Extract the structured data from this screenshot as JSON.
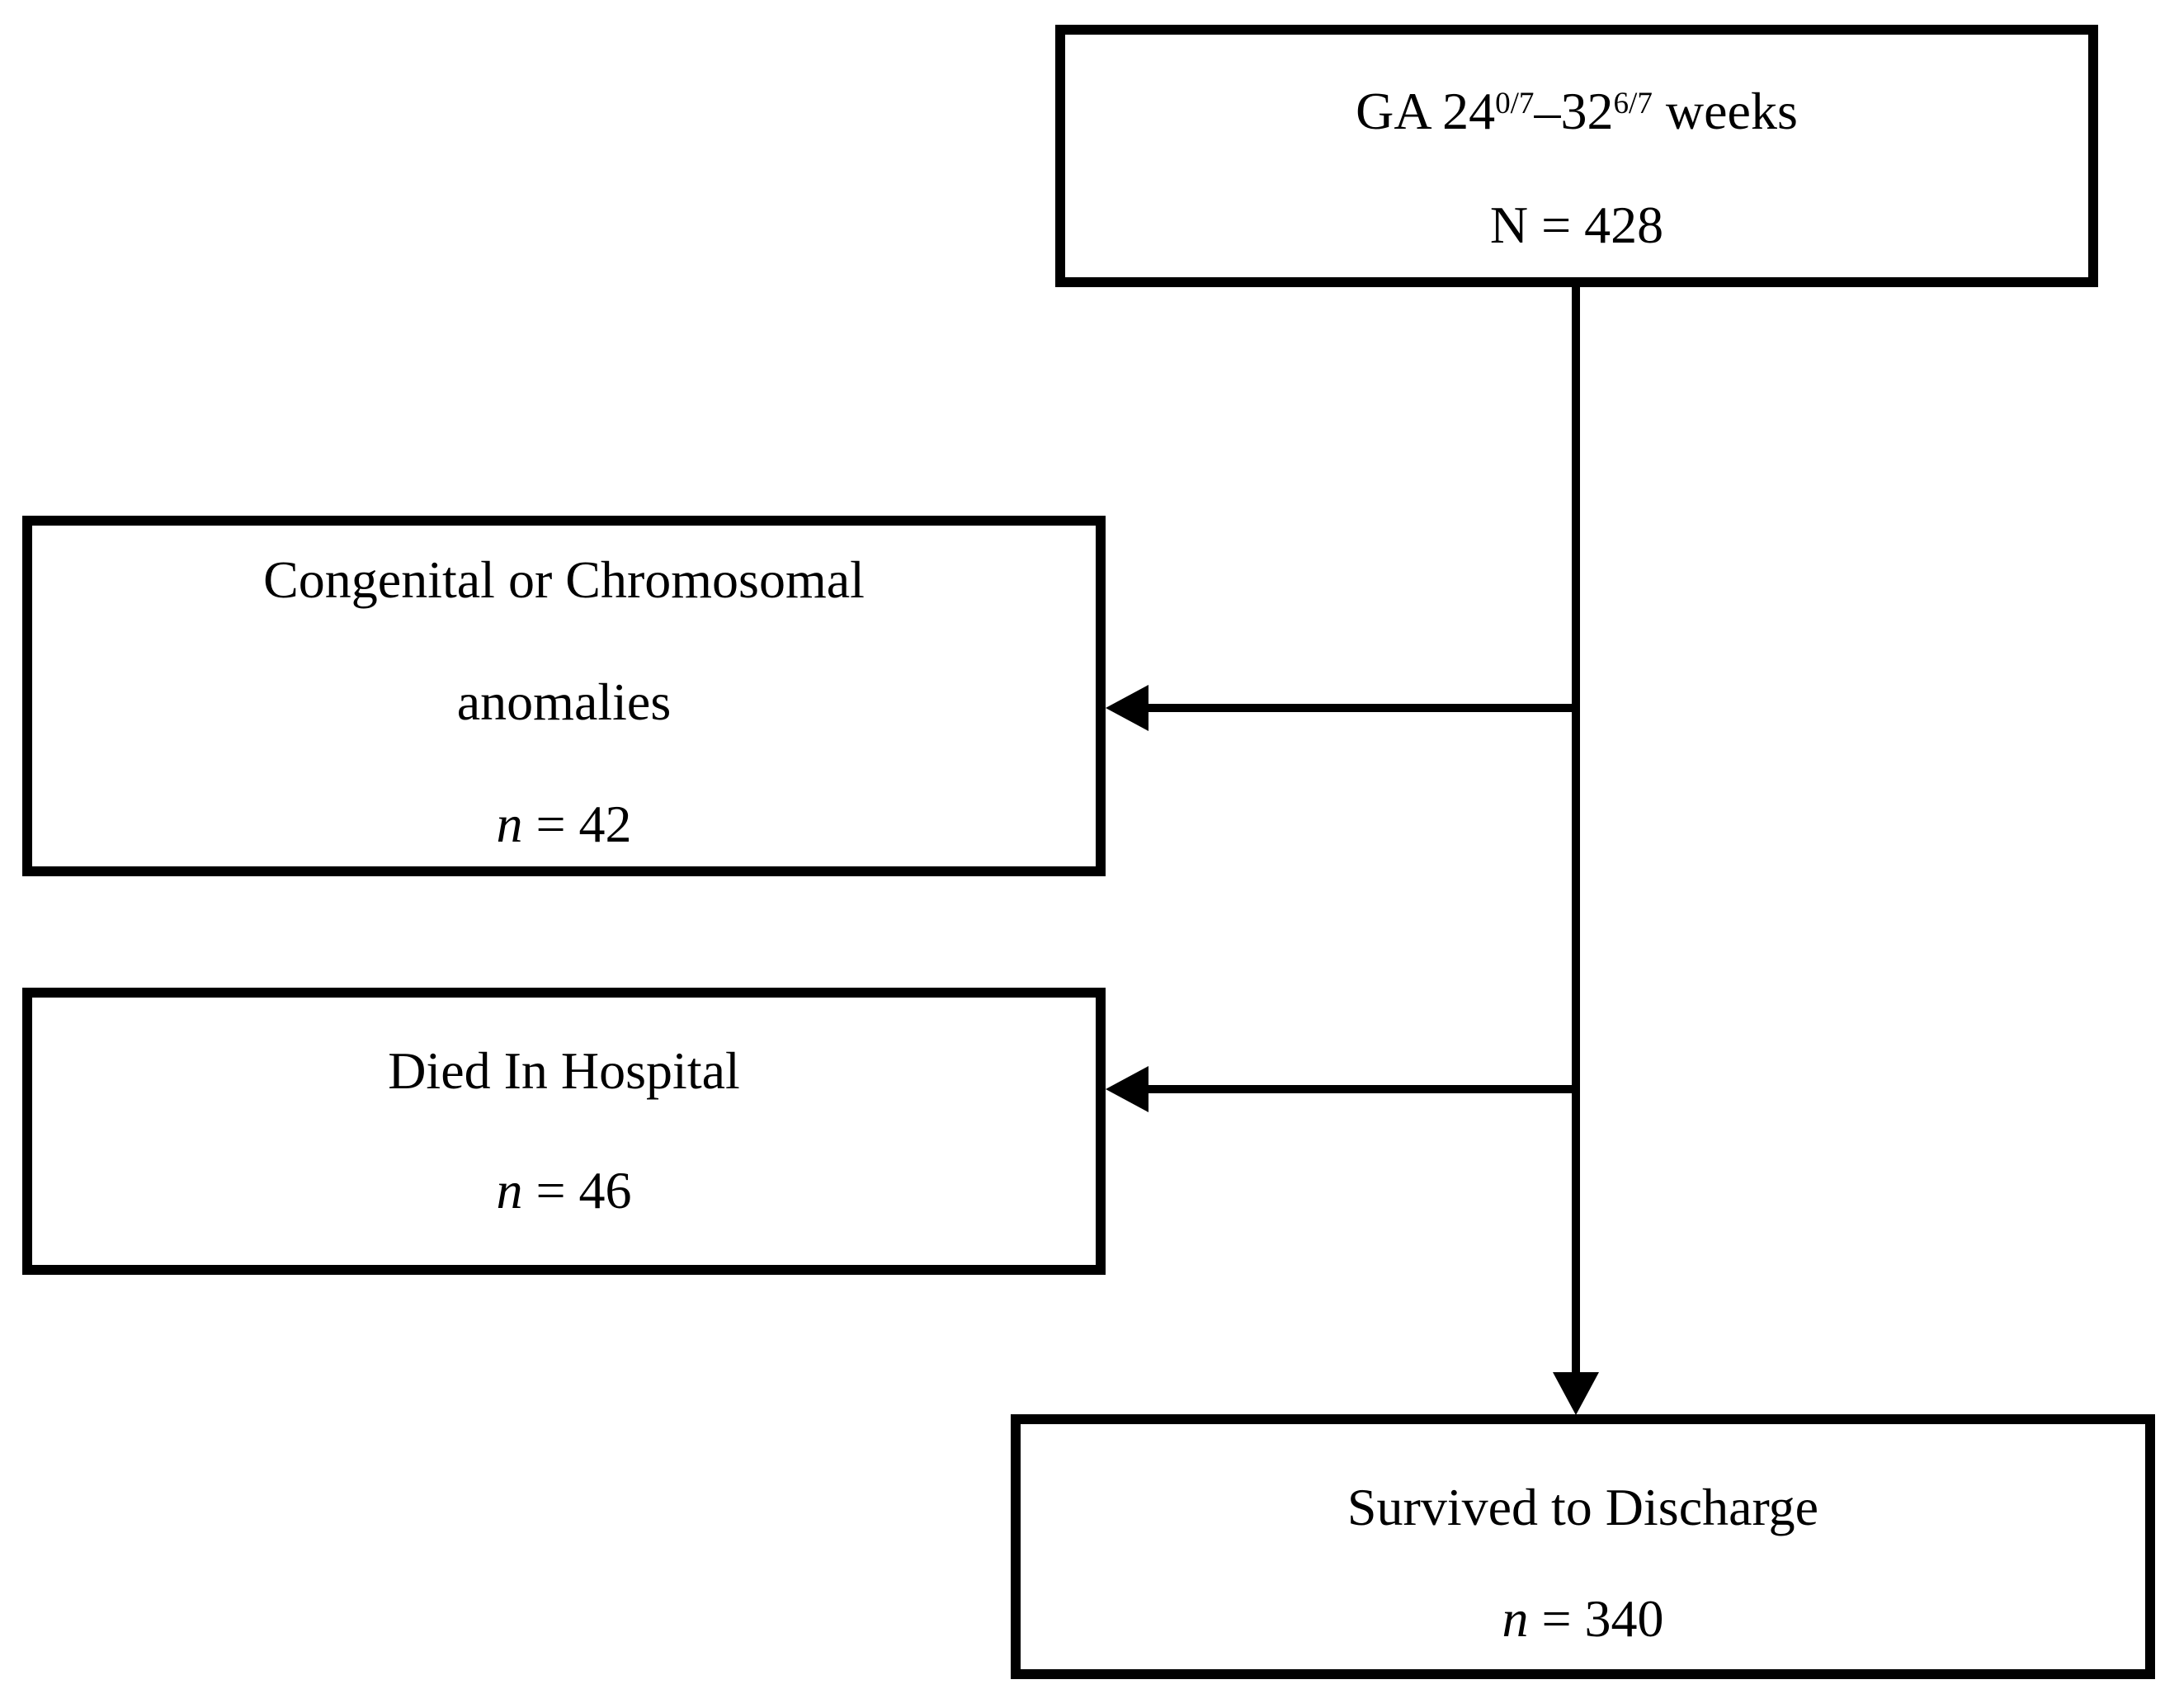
{
  "figure": {
    "background": "#ffffff",
    "line_color": "#000000",
    "boxes": {
      "cohort": {
        "line1_prefix": "GA 24",
        "line1_sup1": "0/7",
        "line1_dash": "–",
        "line1_mid": "32",
        "line1_sup2": "6/7",
        "line1_suffix": " weeks",
        "line2": "N = 428"
      },
      "anomalies": {
        "line1": "Congenital or Chromosomal",
        "line2": "anomalies",
        "n_var": "n",
        "n_value": " = 42"
      },
      "died": {
        "line1": "Died In Hospital",
        "n_var": "n",
        "n_value": " = 46"
      },
      "survived": {
        "line1": "Survived to Discharge",
        "n_var": "n",
        "n_value": " = 340"
      }
    }
  }
}
